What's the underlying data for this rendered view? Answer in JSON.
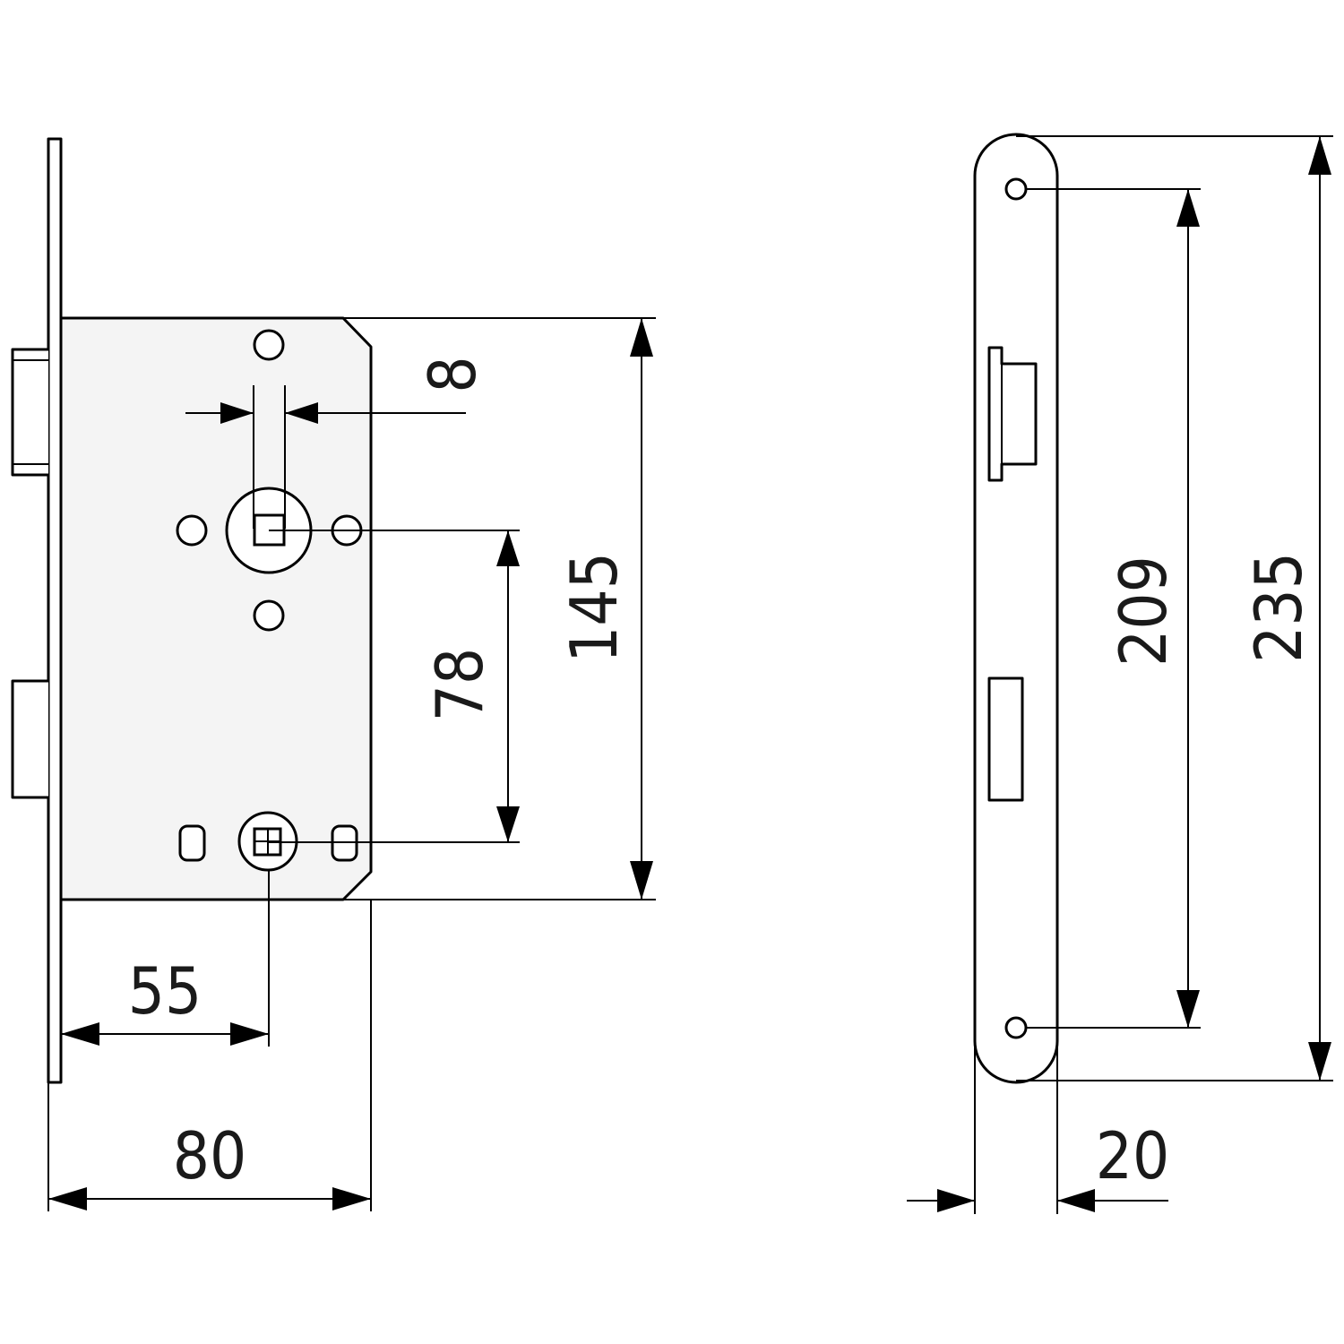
{
  "drawing": {
    "title": "",
    "side_view": {
      "dimensions": {
        "backset": "55",
        "case_width": "80",
        "case_height": "145",
        "center_distance": "78",
        "spindle": "8"
      }
    },
    "front_view": {
      "dimensions": {
        "screw_spacing": "209",
        "plate_length": "235",
        "plate_width": "20"
      }
    }
  }
}
